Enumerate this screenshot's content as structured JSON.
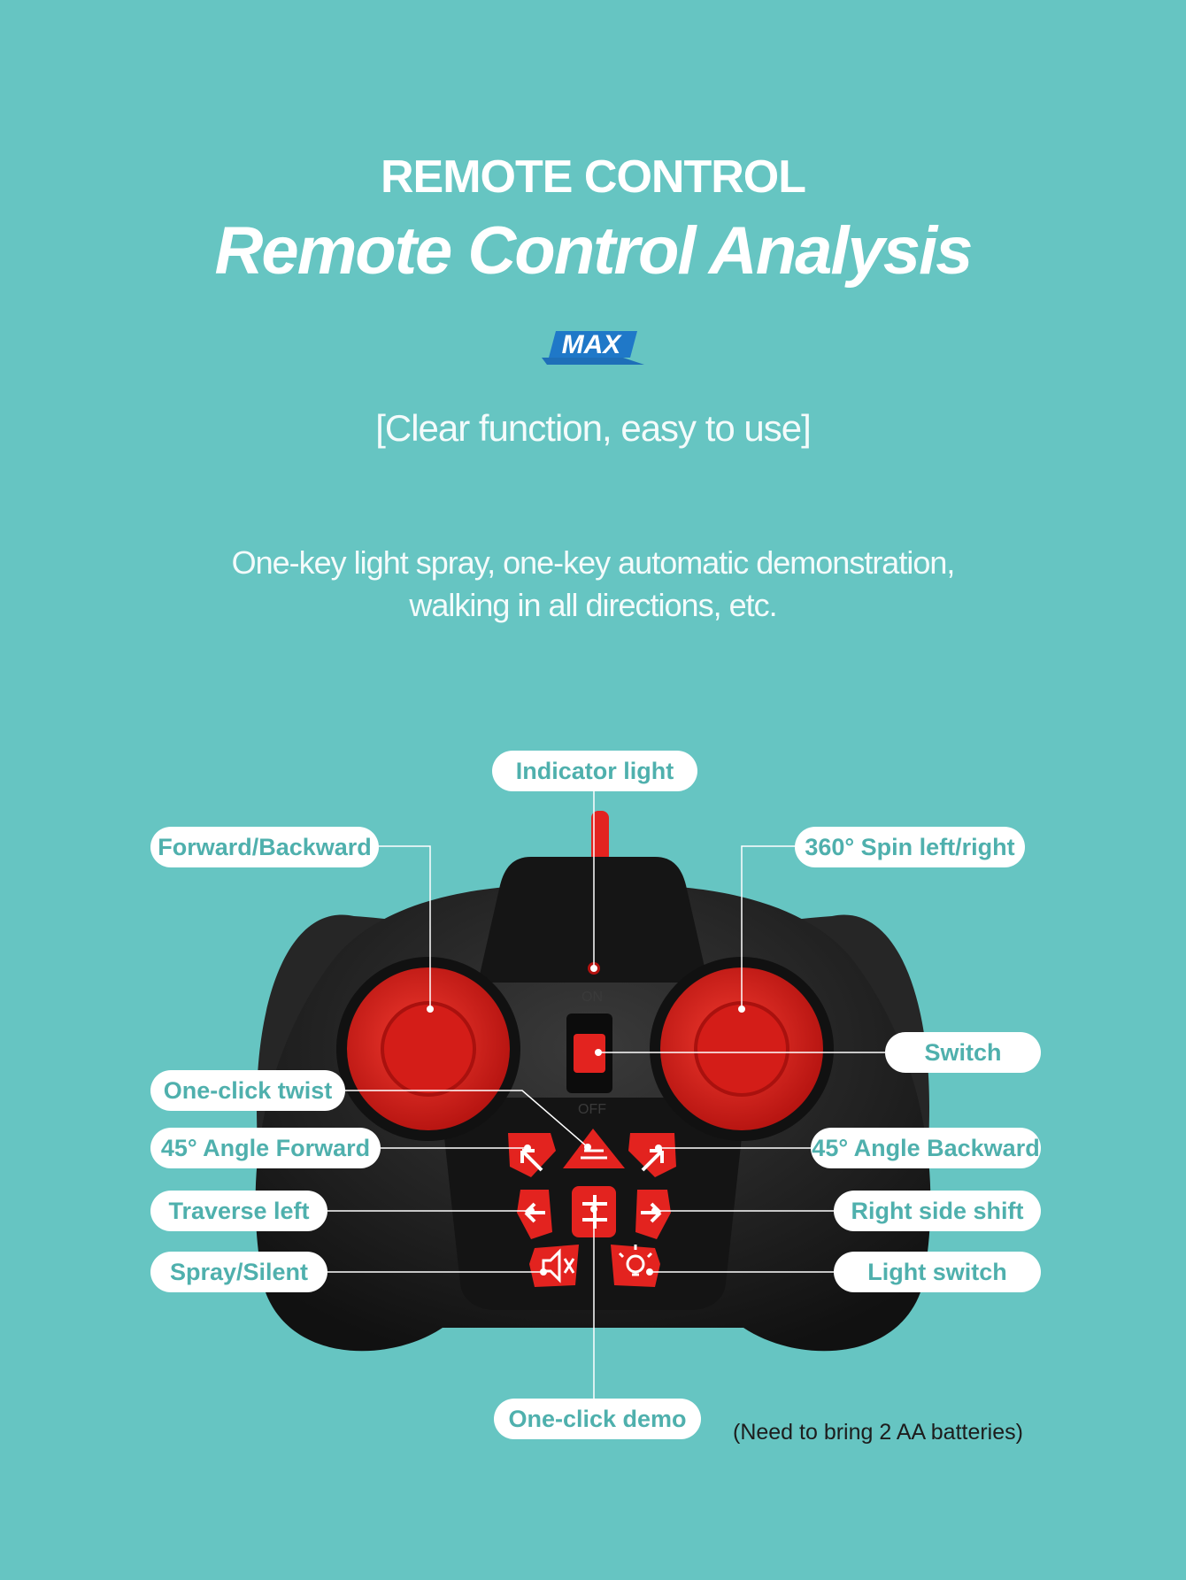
{
  "header": {
    "eyebrow": "REMOTE CONTROL",
    "title": "Remote Control Analysis",
    "logo_text": "MAX",
    "tagline": "[Clear function, easy to use]",
    "description_line1": "One-key light spray, one-key automatic demonstration,",
    "description_line2": "walking in all directions, etc."
  },
  "labels": {
    "indicator_light": "Indicator light",
    "forward_backward": "Forward/Backward",
    "spin": "360° Spin left/right",
    "switch": "Switch",
    "one_click_twist": "One-click twist",
    "angle_forward": "45° Angle Forward",
    "angle_backward": "45° Angle Backward",
    "traverse_left": "Traverse left",
    "right_side_shift": "Right side shift",
    "spray_silent": "Spray/Silent",
    "light_switch": "Light switch",
    "one_click_demo": "One-click demo",
    "switch_on": "ON",
    "switch_off": "OFF"
  },
  "footer": {
    "note": "(Need to bring 2 AA batteries)"
  },
  "colors": {
    "background": "#66c5c2",
    "label_text": "#4fb0ad",
    "controller_body": "#1e1e1e",
    "button_red": "#e3231f"
  },
  "icons": {
    "logo": "max-logo",
    "buttons": [
      "arrow-up-left-icon",
      "twist-icon",
      "arrow-up-right-icon",
      "arrow-left-icon",
      "demo-icon",
      "arrow-right-icon",
      "speaker-mute-icon",
      "light-bulb-icon"
    ]
  }
}
